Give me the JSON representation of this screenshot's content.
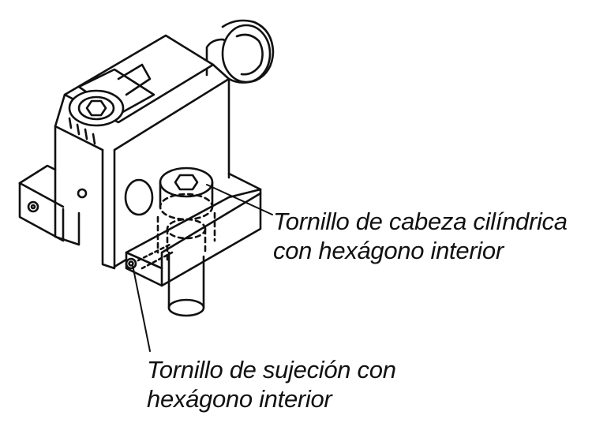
{
  "labels": {
    "cap_screw": {
      "line1": "Tornillo de cabeza cilíndrica",
      "line2": "con hexágono interior"
    },
    "set_screw": {
      "line1": "Tornillo de sujeción con",
      "line2": "hexágono interior"
    }
  },
  "colors": {
    "ink": "#111111",
    "background": "#ffffff"
  }
}
